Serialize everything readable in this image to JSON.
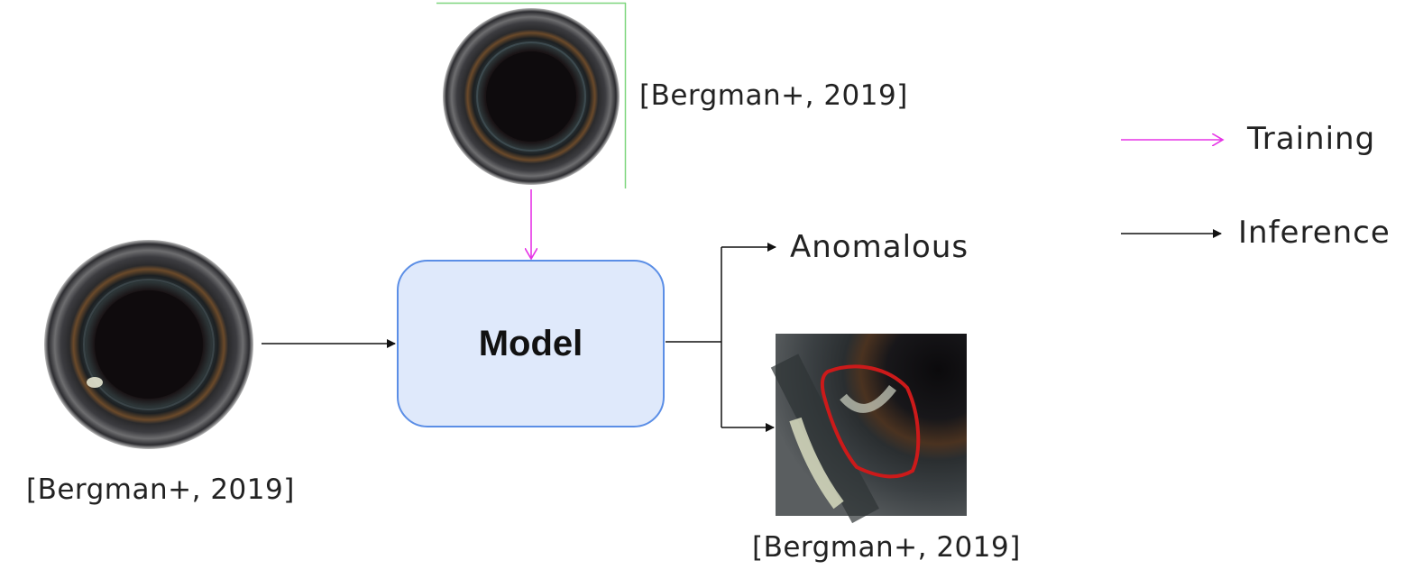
{
  "model": {
    "label": "Model"
  },
  "training_image": {
    "caption": "[Bergman+, 2019]"
  },
  "test_image": {
    "caption": "[Bergman+, 2019]"
  },
  "output": {
    "label": "Anomalous",
    "caption": "[Bergman+, 2019]"
  },
  "legend": {
    "training": {
      "label": "Training",
      "color": "#e633e6"
    },
    "inference": {
      "label": "Inference",
      "color": "#111111"
    }
  },
  "anomaly_outline_color": "#cc1a1a",
  "model_box_fill": "#dfe9fb",
  "model_box_border": "#5b8ee6"
}
